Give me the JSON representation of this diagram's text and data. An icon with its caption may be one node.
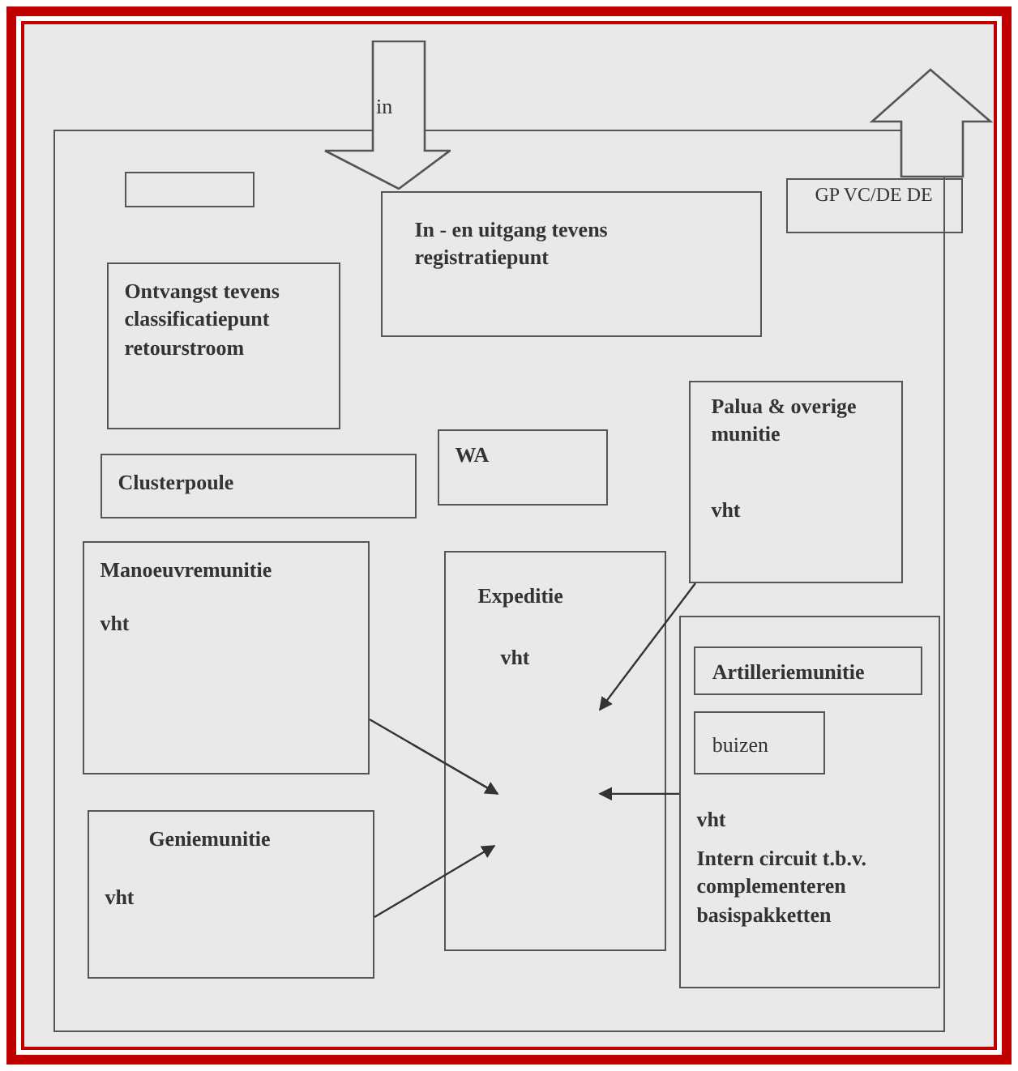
{
  "diagram": {
    "nodes": [
      {
        "text": [],
        "shape": "box"
      },
      {
        "text": [
          "in"
        ]
      },
      {
        "text": [],
        "shape": "box",
        "in": 0
      },
      {
        "text": [
          "In - en uitgang tevens registratiepunt"
        ],
        "in": 0
      },
      {
        "text": [
          "GP VC/DE DE"
        ],
        "in": 0
      },
      {
        "text": [
          "Ontvangst tevens classificatiepunt retourstroom"
        ],
        "in": 0
      },
      {
        "text": [
          "Clusterpoule"
        ],
        "in": 0
      },
      {
        "text": [
          "WA"
        ],
        "in": 0
      },
      {
        "text": [
          "Palua & overige munitie",
          "vht"
        ],
        "in": 0
      },
      {
        "text": [
          "Manoeuvremunitie",
          "vht"
        ],
        "in": 0
      },
      {
        "text": [
          "Expeditie",
          "vht"
        ],
        "in": 0
      },
      {
        "text": [
          "vht",
          "Intern circuit t.b.v. complementeren basispakketten"
        ],
        "in": 0
      },
      {
        "text": [
          "Artilleriemunitie"
        ],
        "in": 11
      },
      {
        "text": [
          "buizen"
        ],
        "in": 11
      },
      {
        "text": [
          "Geniemunitie",
          "vht"
        ],
        "in": 0
      }
    ],
    "edges": [
      {
        "from": 9,
        "to": 10,
        "arrow": "to"
      },
      {
        "from": 14,
        "to": 10,
        "arrow": "to"
      },
      {
        "from": 8,
        "to": 10,
        "arrow": "to"
      },
      {
        "from": 11,
        "to": 10,
        "arrow": "to"
      }
    ]
  }
}
